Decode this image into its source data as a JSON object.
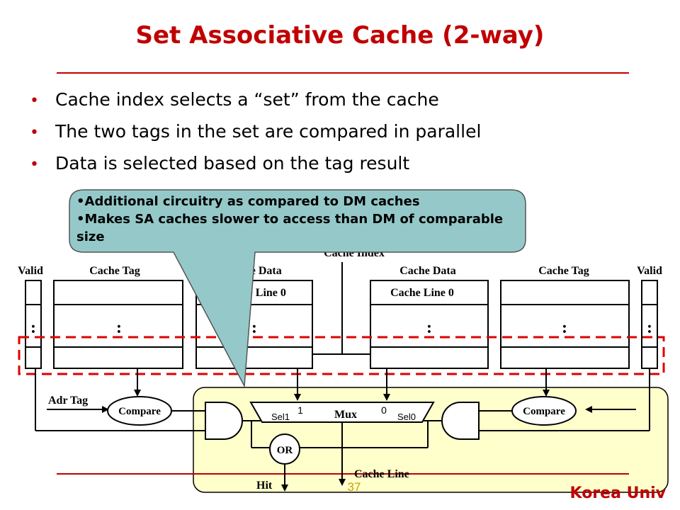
{
  "slide": {
    "title": "Set Associative Cache (2-way)",
    "bullets": [
      "Cache index selects a “set” from the cache",
      "The two tags in the set are compared in parallel",
      "Data is selected based on the tag result"
    ],
    "page_number": "37",
    "organization": "Korea Univ"
  },
  "callout": {
    "bullets": [
      "Additional circuitry as compared to DM caches",
      "Makes SA caches slower to access than DM of comparable size"
    ]
  },
  "diagram": {
    "cache_index_label": "Cache Index",
    "left_way": {
      "valid_label": "Valid",
      "tag_label": "Cache Tag",
      "data_label": "Cache Data",
      "line0_label": "Cache Line 0"
    },
    "right_way": {
      "data_label": "Cache Data",
      "tag_label": "Cache Tag",
      "valid_label": "Valid",
      "line0_label": "Cache Line 0"
    },
    "ellipsis": ":",
    "adr_tag_label": "Adr Tag",
    "compare_left_label": "Compare",
    "compare_right_label": "Compare",
    "mux": {
      "label": "Mux",
      "sel1_label": "Sel1",
      "sel0_label": "Sel0",
      "input1_label": "1",
      "input0_label": "0"
    },
    "or_label": "OR",
    "hit_label": "Hit",
    "cache_line_label": "Cache Line",
    "colors": {
      "title_red": "#c00000",
      "callout_fill": "#95c9c9",
      "highlight_fill": "#ffffcc",
      "dashed_red": "#e00000",
      "page_number_gold": "#c8a000"
    }
  }
}
